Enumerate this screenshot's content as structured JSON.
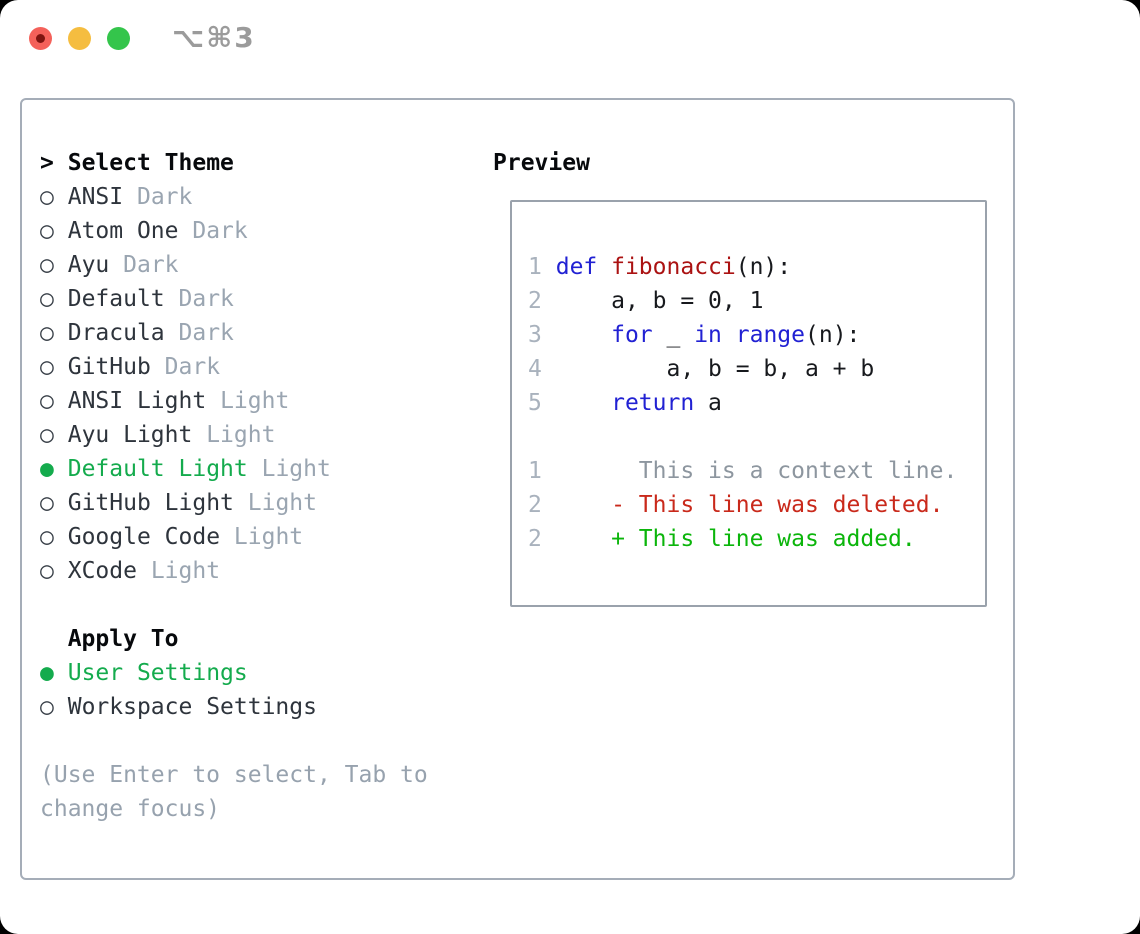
{
  "window": {
    "shortcut": "⌥⌘3"
  },
  "icons": {
    "cursor": ">",
    "radio_selected": "●",
    "radio_unselected": "○"
  },
  "theme_picker": {
    "title": "Select Theme",
    "themes": [
      {
        "name": "ANSI",
        "tag": "Dark",
        "selected": false
      },
      {
        "name": "Atom One",
        "tag": "Dark",
        "selected": false
      },
      {
        "name": "Ayu",
        "tag": "Dark",
        "selected": false
      },
      {
        "name": "Default",
        "tag": "Dark",
        "selected": false
      },
      {
        "name": "Dracula",
        "tag": "Dark",
        "selected": false
      },
      {
        "name": "GitHub",
        "tag": "Dark",
        "selected": false
      },
      {
        "name": "ANSI Light",
        "tag": "Light",
        "selected": false
      },
      {
        "name": "Ayu Light",
        "tag": "Light",
        "selected": false
      },
      {
        "name": "Default Light",
        "tag": "Light",
        "selected": true
      },
      {
        "name": "GitHub Light",
        "tag": "Light",
        "selected": false
      },
      {
        "name": "Google Code",
        "tag": "Light",
        "selected": false
      },
      {
        "name": "XCode",
        "tag": "Light",
        "selected": false
      }
    ],
    "apply_to": {
      "title": "Apply To",
      "options": [
        {
          "label": "User Settings",
          "selected": true
        },
        {
          "label": "Workspace Settings",
          "selected": false
        }
      ]
    },
    "help_lines": [
      "(Use Enter to select, Tab to",
      "change focus)"
    ]
  },
  "preview": {
    "title": "Preview",
    "lines": [
      {
        "num": "1",
        "segments": [
          {
            "t": "def ",
            "c": "kw"
          },
          {
            "t": "fibonacci",
            "c": "fn"
          },
          {
            "t": "(n):",
            "c": "plain"
          }
        ]
      },
      {
        "num": "2",
        "segments": [
          {
            "t": "    a, b = 0, 1",
            "c": "plain"
          }
        ]
      },
      {
        "num": "3",
        "segments": [
          {
            "t": "    ",
            "c": "plain"
          },
          {
            "t": "for",
            "c": "kw"
          },
          {
            "t": " _ ",
            "c": "plain"
          },
          {
            "t": "in",
            "c": "kw"
          },
          {
            "t": " ",
            "c": "plain"
          },
          {
            "t": "range",
            "c": "kw"
          },
          {
            "t": "(n):",
            "c": "plain"
          }
        ]
      },
      {
        "num": "4",
        "segments": [
          {
            "t": "        a, b = b, a + b",
            "c": "plain"
          }
        ]
      },
      {
        "num": "5",
        "segments": [
          {
            "t": "    ",
            "c": "plain"
          },
          {
            "t": "return",
            "c": "kw"
          },
          {
            "t": " a",
            "c": "plain"
          }
        ]
      },
      {
        "num": "",
        "segments": []
      },
      {
        "num": "1",
        "segments": [
          {
            "t": "      This is a context line.",
            "c": "ctx"
          }
        ]
      },
      {
        "num": "2",
        "segments": [
          {
            "t": "    - This line was deleted.",
            "c": "del"
          }
        ]
      },
      {
        "num": "2",
        "segments": [
          {
            "t": "    + This line was added.",
            "c": "add"
          }
        ]
      }
    ]
  },
  "colors": {
    "panel-border": "#a5adb8",
    "box-border": "#9aa2ac",
    "heading-black": "#07090c",
    "name-dark": "#2e343c",
    "radio-gray": "#3a4149",
    "tag-gray": "#9aa5b1",
    "accent-green": "#14ab4d",
    "help-gray": "#97a2ae",
    "num-gray": "#a9b2bd",
    "kw-blue": "#2121d3",
    "fn-red": "#ab1212",
    "code-black": "#17191d",
    "ctx-gray": "#8d969f",
    "del-red": "#c9291b",
    "add-green": "#0bb50b",
    "traffic-red": "#f4615a",
    "traffic-red-dot": "#7e1410",
    "traffic-yellow": "#f5bd40",
    "traffic-green": "#34c54b",
    "shortcut-gray": "#9b9b9b"
  }
}
